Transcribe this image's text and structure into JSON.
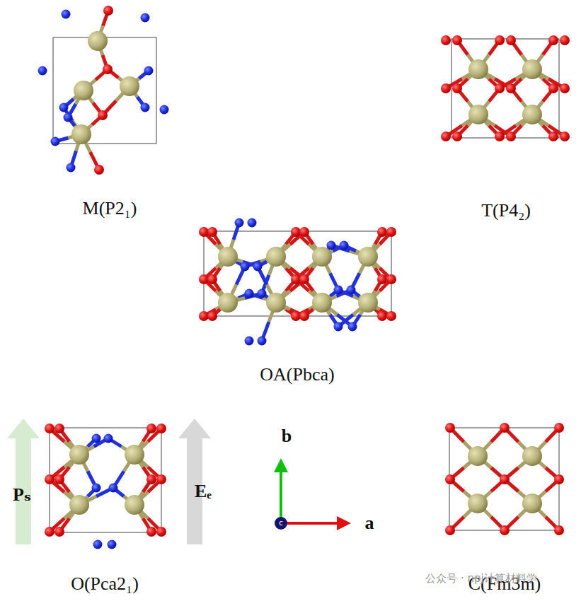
{
  "diagram": {
    "labels": [
      "M(P2₁)",
      "T(P4₂)",
      "OA(Pbca)",
      "Pₛ",
      "Eₑ",
      "b",
      "c",
      "a",
      "O(Pca2₁)",
      "C(Fm3m)",
      "公众号 · npj计算材料学"
    ]
  }
}
